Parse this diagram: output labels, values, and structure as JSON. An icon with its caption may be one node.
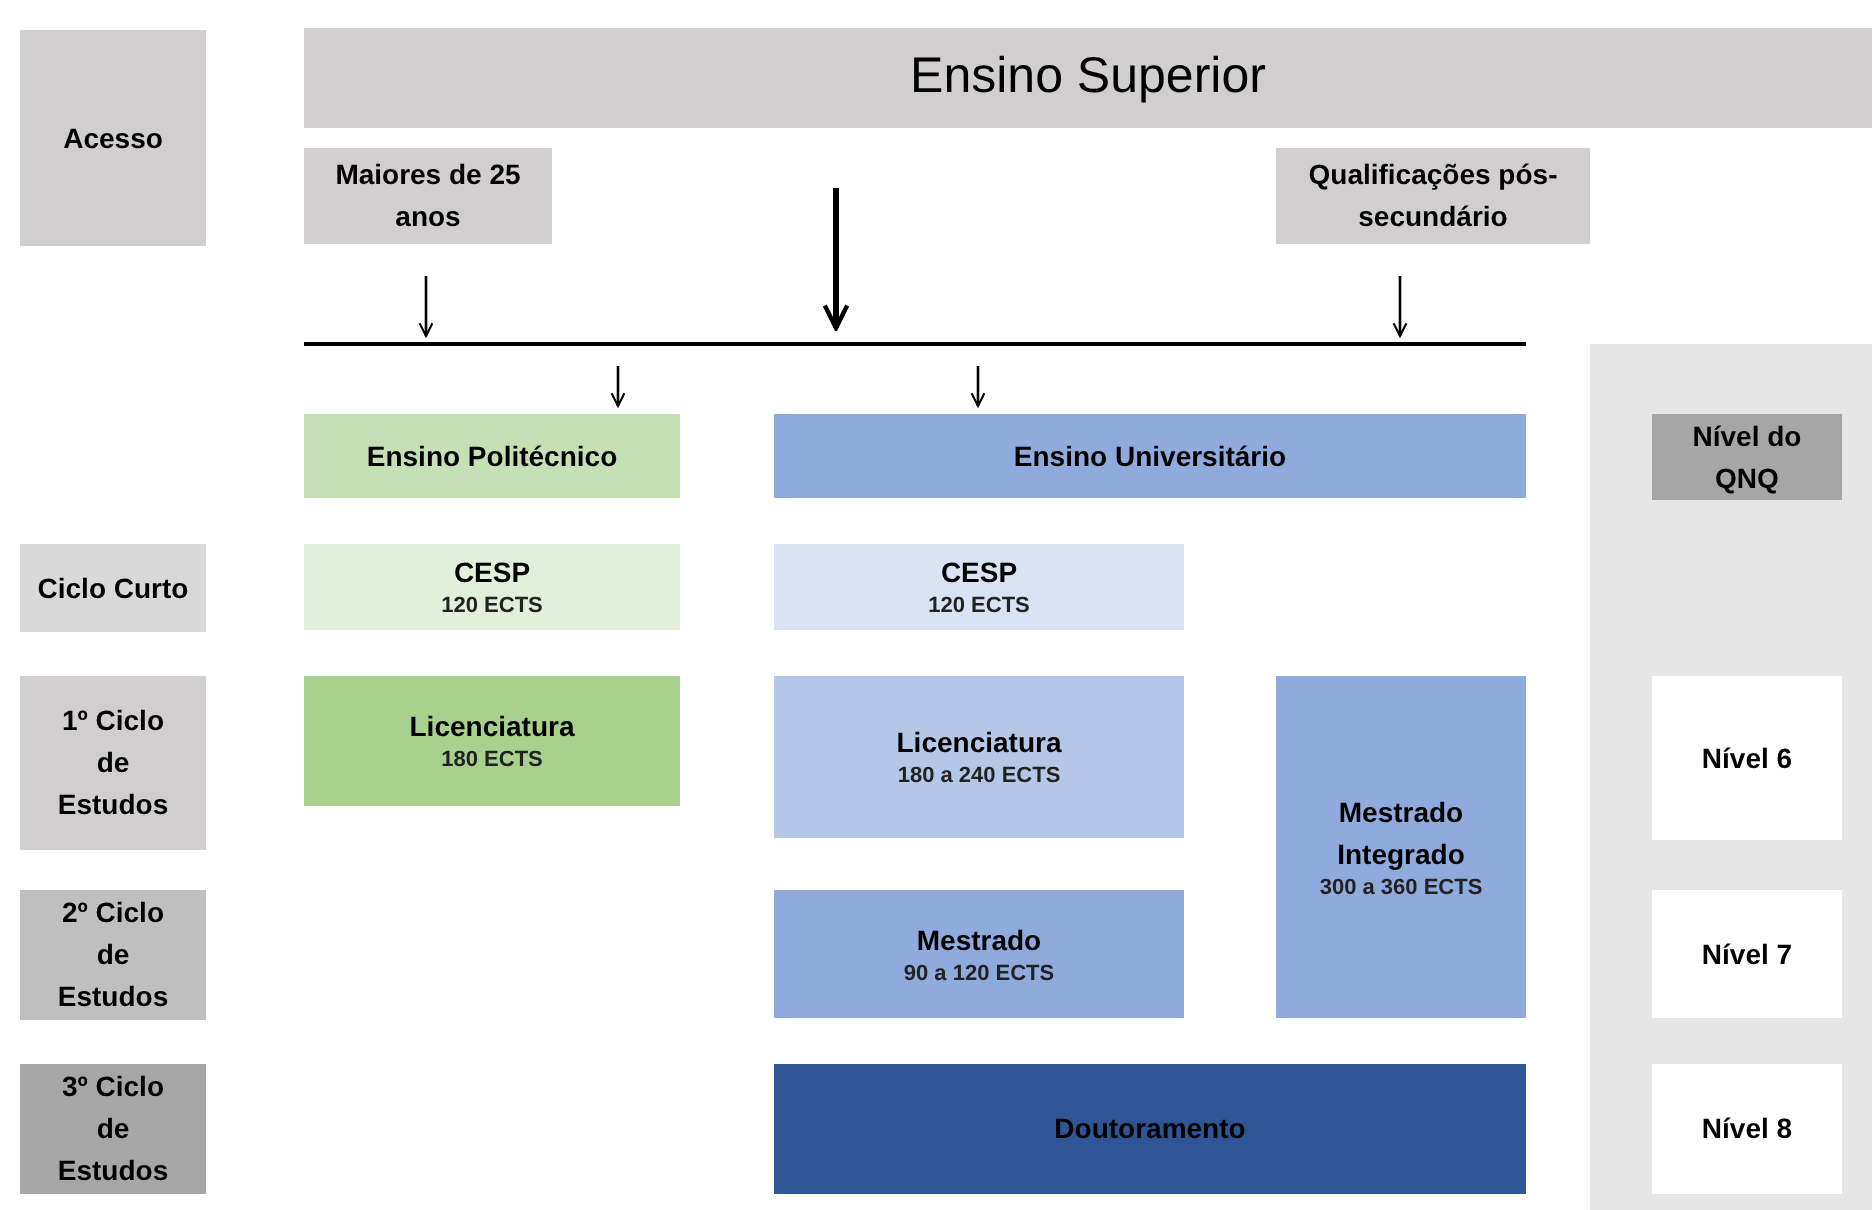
{
  "diagram": {
    "nodes": [
      {
        "text": [
          "Acesso"
        ]
      },
      {
        "text": [
          "Ensino Superior"
        ]
      },
      {
        "text": [
          "Maiores de 25 anos"
        ]
      },
      {
        "text": [
          "Qualificações pós-secundário"
        ]
      },
      {
        "text": [],
        "shape": "bar"
      },
      {
        "text": [],
        "shape": "box"
      },
      {
        "text": [
          "Nível do QNQ"
        ],
        "in": 5
      },
      {
        "text": [
          "Ensino Politécnico"
        ]
      },
      {
        "text": [
          "Ensino Universitário"
        ]
      },
      {
        "text": [
          "Ciclo Curto"
        ]
      },
      {
        "text": [
          "CESP",
          "120 ECTS"
        ]
      },
      {
        "text": [
          "CESP",
          "120 ECTS"
        ]
      },
      {
        "text": [
          "1º Ciclo de Estudos"
        ]
      },
      {
        "text": [
          "Licenciatura",
          "180 ECTS"
        ]
      },
      {
        "text": [
          "Licenciatura",
          "180 a 240 ECTS"
        ]
      },
      {
        "text": [
          "Mestrado Integrado",
          "300 a 360 ECTS"
        ]
      },
      {
        "text": [
          "Nível 6"
        ],
        "in": 5
      },
      {
        "text": [
          "2º Ciclo de Estudos"
        ]
      },
      {
        "text": [
          "Mestrado",
          "90 a 120 ECTS"
        ]
      },
      {
        "text": [
          "Nível 7"
        ],
        "in": 5
      },
      {
        "text": [
          "3º Ciclo de Estudos"
        ]
      },
      {
        "text": [
          "Doutoramento"
        ]
      },
      {
        "text": [
          "Nível 8"
        ],
        "in": 5
      }
    ],
    "edges": [
      {
        "from": 2,
        "to": 4,
        "arrow": "to"
      },
      {
        "from": 1,
        "to": 4,
        "arrow": "to",
        "style": "thick"
      },
      {
        "from": 3,
        "to": 4,
        "arrow": "to"
      },
      {
        "from": 4,
        "to": 7,
        "arrow": "to"
      },
      {
        "from": 4,
        "to": 8,
        "arrow": "to"
      }
    ]
  }
}
